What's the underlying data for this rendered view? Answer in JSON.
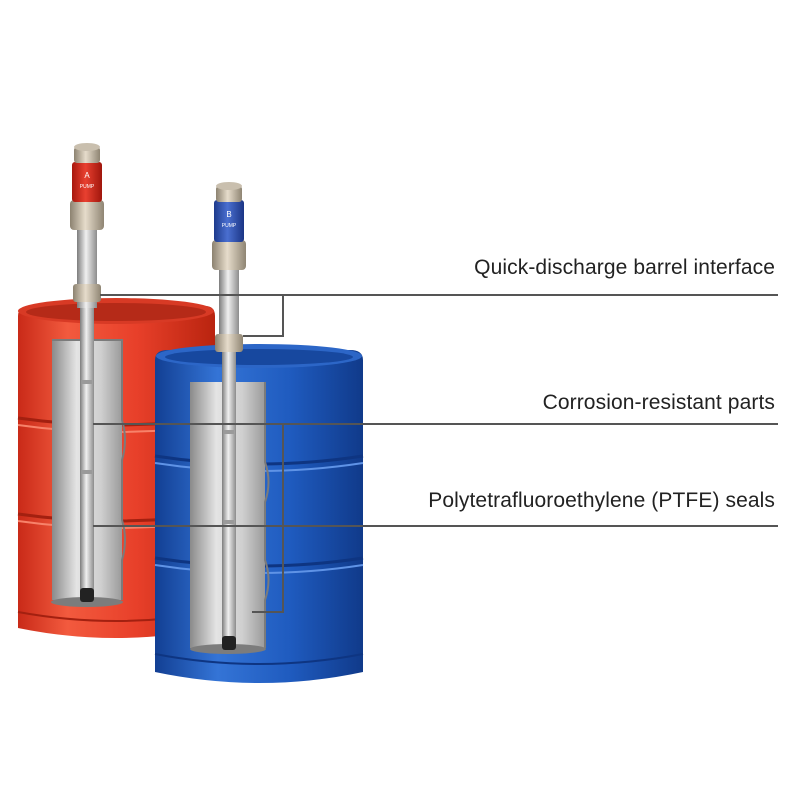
{
  "callouts": [
    {
      "label": "Quick-discharge barrel interface"
    },
    {
      "label": "Corrosion-resistant parts"
    },
    {
      "label": "Polytetrafluoroethylene (PTFE) seals"
    }
  ],
  "pumps": [
    {
      "letter": "A",
      "word": "PUMP",
      "color": "#d7261b"
    },
    {
      "letter": "B",
      "word": "PUMP",
      "color": "#2a4fb0"
    }
  ],
  "colors": {
    "red_barrel": "#e8402a",
    "blue_barrel": "#1f5bbf",
    "leader_line": "#555555",
    "steel": "#c9c9c9"
  }
}
